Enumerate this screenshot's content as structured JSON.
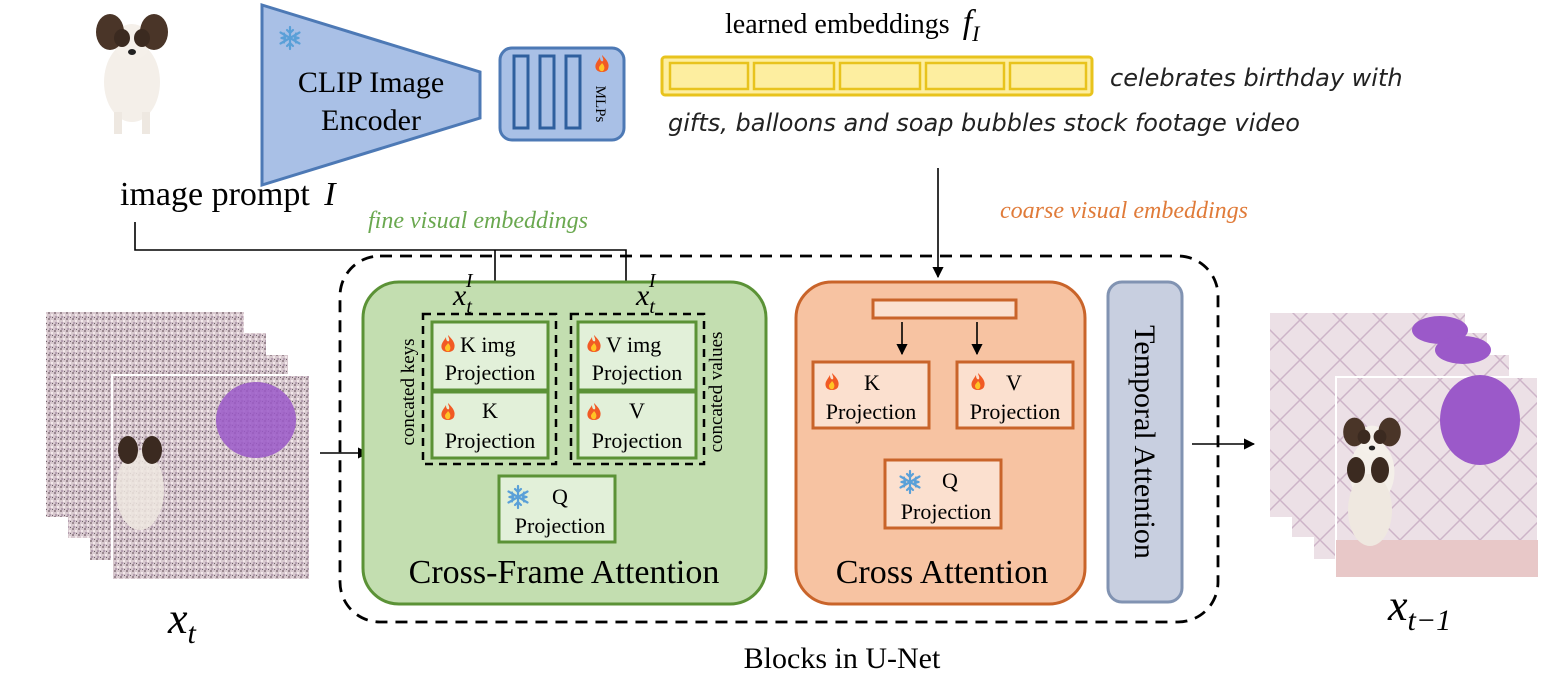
{
  "header": {
    "image_prompt_label": "image prompt",
    "image_prompt_symbol": "I",
    "clip_encoder_line1": "CLIP Image",
    "clip_encoder_line2": "Encoder",
    "mlps_label": "MLPs",
    "learned_embeddings_label": "learned embeddings",
    "learned_embeddings_symbol": "f",
    "learned_embeddings_subscript": "I",
    "caption_line1": "celebrates birthday with",
    "caption_line2": "gifts, balloons and soap bubbles stock footage video"
  },
  "arrows": {
    "fine_visual": "fine visual embeddings",
    "coarse_visual": "coarse visual embeddings"
  },
  "inputs": {
    "xt_symbol": "x",
    "xt_sub": "t",
    "xt1_symbol": "x",
    "xt1_sub": "t−1",
    "xtI_symbol": "x",
    "xtI_sub": "t",
    "xtI_sup": "I"
  },
  "cross_frame": {
    "title": "Cross-Frame Attention",
    "concat_keys": "concated keys",
    "concat_values": "concated values",
    "k_img_l1": "K img",
    "k_img_l2": "Projection",
    "k_l1": "K",
    "k_l2": "Projection",
    "v_img_l1": "V img",
    "v_img_l2": "Projection",
    "v_l1": "V",
    "v_l2": "Projection",
    "q_l1": "Q",
    "q_l2": "Projection"
  },
  "cross_attention": {
    "title": "Cross Attention",
    "k_l1": "K",
    "k_l2": "Projection",
    "v_l1": "V",
    "v_l2": "Projection",
    "q_l1": "Q",
    "q_l2": "Projection"
  },
  "temporal": {
    "title": "Temporal Attention"
  },
  "footer": {
    "blocks_label": "Blocks in U-Net"
  },
  "colors": {
    "clip_fill": "#a9c0e6",
    "clip_stroke": "#4d79b5",
    "embed_fill": "#fdeea0",
    "embed_stroke": "#e8c31d",
    "green_fill": "#c3deb0",
    "green_stroke": "#5b9236",
    "green_text": "#6aa84f",
    "orange_fill": "#f7c3a2",
    "orange_stroke": "#c9642a",
    "orange_text": "#e07b39",
    "temporal_fill": "#c8cfe0",
    "temporal_stroke": "#8193b2"
  },
  "icons": {
    "fire": "fire-icon",
    "snowflake": "snowflake-icon",
    "dog": "dog-image",
    "noisy_frames": "noisy-frames-image",
    "clean_frames": "clean-frames-image"
  }
}
